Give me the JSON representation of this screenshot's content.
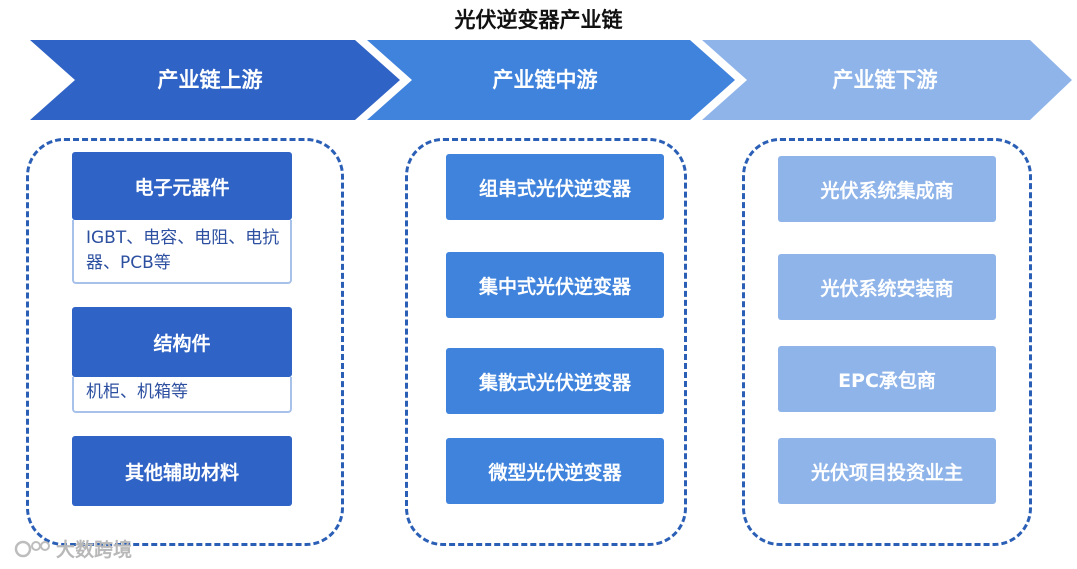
{
  "title": "光伏逆变器产业链",
  "stages": [
    {
      "label": "产业链上游",
      "color": "#2f63c5"
    },
    {
      "label": "产业链中游",
      "color": "#3f83dd"
    },
    {
      "label": "产业链下游",
      "color": "#8fb4ea"
    }
  ],
  "upstream": [
    {
      "label": "电子元器件",
      "detail": "IGBT、电容、电阻、电抗器、PCB等"
    },
    {
      "label": "结构件",
      "detail": "机柜、机箱等"
    },
    {
      "label": "其他辅助材料"
    }
  ],
  "midstream": [
    "组串式光伏逆变器",
    "集中式光伏逆变器",
    "集散式光伏逆变器",
    "微型光伏逆变器"
  ],
  "downstream": [
    "光伏系统集成商",
    "光伏系统安装商",
    "EPC承包商",
    "光伏项目投资业主"
  ],
  "watermark": "大数跨境"
}
